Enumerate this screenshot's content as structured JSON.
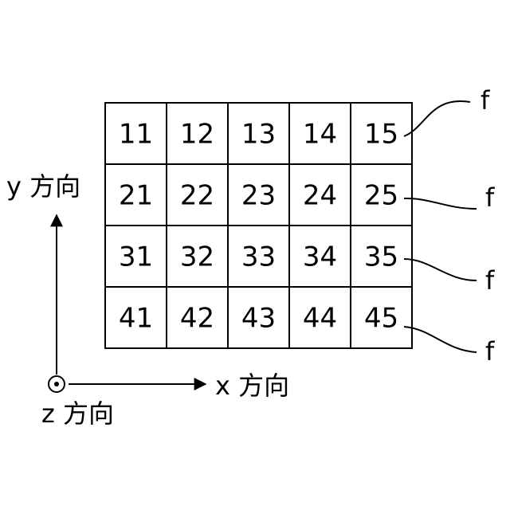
{
  "grid": {
    "rows": [
      [
        "11",
        "12",
        "13",
        "14",
        "15"
      ],
      [
        "21",
        "22",
        "23",
        "24",
        "25"
      ],
      [
        "31",
        "32",
        "33",
        "34",
        "35"
      ],
      [
        "41",
        "42",
        "43",
        "44",
        "45"
      ]
    ]
  },
  "leaders": [
    "f",
    "f",
    "f",
    "f"
  ],
  "axes": {
    "y_label": "y 方向",
    "x_label": "x 方向",
    "z_label": "z 方向"
  },
  "icons": {
    "z_axis": "out-of-page-dot-icon"
  }
}
